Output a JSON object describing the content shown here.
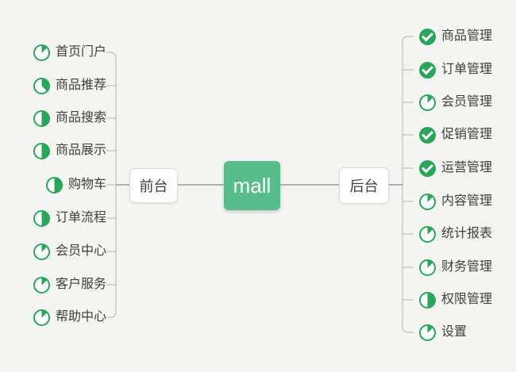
{
  "root": {
    "label": "mall"
  },
  "left_branch": {
    "label": "前台",
    "items": [
      {
        "label": "首页门户",
        "icon": "pie-1-8"
      },
      {
        "label": "商品推荐",
        "icon": "pie-3-8"
      },
      {
        "label": "商品搜索",
        "icon": "pie-1-2"
      },
      {
        "label": "商品展示",
        "icon": "pie-1-2"
      },
      {
        "label": "购物车",
        "icon": "pie-1-2"
      },
      {
        "label": "订单流程",
        "icon": "pie-1-2"
      },
      {
        "label": "会员中心",
        "icon": "pie-1-8"
      },
      {
        "label": "客户服务",
        "icon": "pie-1-8"
      },
      {
        "label": "帮助中心",
        "icon": "pie-1-8"
      }
    ]
  },
  "right_branch": {
    "label": "后台",
    "items": [
      {
        "label": "商品管理",
        "icon": "done"
      },
      {
        "label": "订单管理",
        "icon": "done"
      },
      {
        "label": "会员管理",
        "icon": "pie-1-8"
      },
      {
        "label": "促销管理",
        "icon": "done"
      },
      {
        "label": "运营管理",
        "icon": "done"
      },
      {
        "label": "内容管理",
        "icon": "pie-1-8"
      },
      {
        "label": "统计报表",
        "icon": "pie-1-8"
      },
      {
        "label": "财务管理",
        "icon": "pie-1-8"
      },
      {
        "label": "权限管理",
        "icon": "pie-1-2"
      },
      {
        "label": "设置",
        "icon": "pie-1-8"
      }
    ]
  },
  "icon_legend": {
    "done": "completed-check",
    "pie-1-8": "progress-one-eighth",
    "pie-3-8": "progress-three-eighths",
    "pie-1-2": "progress-one-half"
  },
  "colors": {
    "background": "#f4f4f2",
    "root_node_green": "#57bd8a",
    "task_green": "#2aa55c",
    "line": "#c9c9c9",
    "main_line": "#b1b1b1",
    "text": "#3e3e3e"
  }
}
